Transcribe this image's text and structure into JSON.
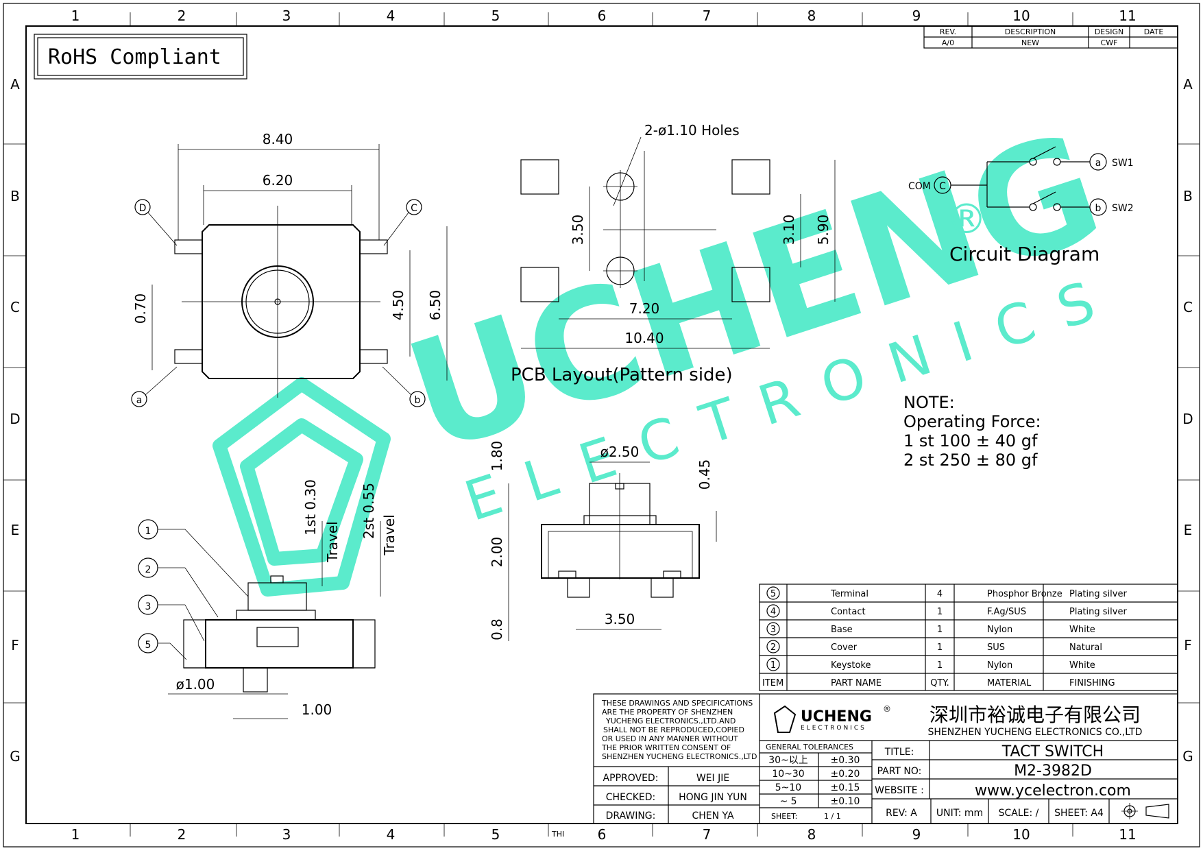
{
  "grid": {
    "cols": [
      "1",
      "2",
      "3",
      "4",
      "5",
      "6",
      "7",
      "8",
      "9",
      "10",
      "11"
    ],
    "rows": [
      "A",
      "B",
      "C",
      "D",
      "E",
      "F",
      "G"
    ],
    "bottom_extra": "THI"
  },
  "rohs": "RoHS Compliant",
  "revision": {
    "headers": [
      "REV.",
      "DESCRIPTION",
      "DESIGN",
      "DATE"
    ],
    "row": [
      "A/0",
      "NEW",
      "CWF",
      ""
    ]
  },
  "top_view": {
    "dims": [
      "8.40",
      "6.20",
      "4.50",
      "6.50",
      "0.70"
    ],
    "pins": [
      "D",
      "C",
      "a",
      "b"
    ]
  },
  "pcb": {
    "holes": "2-ø1.10  Holes",
    "dims": [
      "3.50",
      "3.10",
      "5.90",
      "7.20",
      "10.40"
    ],
    "caption": "PCB  Layout(Pattern  side)"
  },
  "circuit": {
    "com": "COM",
    "com_pin": "C",
    "sw1_pin": "a",
    "sw1": "SW1",
    "sw2_pin": "b",
    "sw2": "SW2",
    "caption": "Circuit  Diagram"
  },
  "note": {
    "title": "NOTE:",
    "line1": "Operating  Force:",
    "line2": "1  st  100  ±  40  gf",
    "line3": "2  st  250  ±  80  gf"
  },
  "side_view": {
    "callouts": [
      "1",
      "2",
      "3",
      "5"
    ],
    "travel1": "1st 0.30",
    "travel1b": "Travel",
    "travel2": "2st 0.55",
    "travel2b": "Travel",
    "dim_dia": "ø1.00",
    "dim_w": "1.00"
  },
  "front_view": {
    "dims": [
      "ø2.50",
      "1.80",
      "0.45",
      "2.00",
      "0.8",
      "3.50"
    ]
  },
  "watermark": {
    "brand": "UCHENG",
    "reg": "®",
    "sub": "ELECTRONICS",
    "color": "#3ee8c3"
  },
  "bom": {
    "rows": [
      {
        "no": "5",
        "name": "Terminal",
        "qty": "4",
        "material": "Phosphor  Bronze",
        "finish": "Plating  silver"
      },
      {
        "no": "4",
        "name": "Contact",
        "qty": "1",
        "material": "F.Ag/SUS",
        "finish": "Plating  silver"
      },
      {
        "no": "3",
        "name": "Base",
        "qty": "1",
        "material": "Nylon",
        "finish": "White"
      },
      {
        "no": "2",
        "name": "Cover",
        "qty": "1",
        "material": "SUS",
        "finish": "Natural"
      },
      {
        "no": "1",
        "name": "Keystoke",
        "qty": "1",
        "material": "Nylon",
        "finish": "White"
      }
    ],
    "header": {
      "no": "ITEM",
      "name": "PART  NAME",
      "qty": "QTY.",
      "material": "MATERIAL",
      "finish": "FINISHING"
    }
  },
  "title_block": {
    "notice": [
      "THESE DRAWINGS AND SPECIFICATIONS",
      "ARE THE PROPERTY OF SHENZHEN",
      "YUCHENG ELECTRONICS.,LTD.AND",
      "SHALL NOT BE REPRODUCED,COPIED",
      "OR USED IN ANY MANNER WITHOUT",
      "THE PRIOR WRITTEN CONSENT OF",
      "SHENZHEN YUCHENG ELECTRONICS.,LTD"
    ],
    "logo": "UCHENG",
    "logo_reg": "®",
    "logo_sub": "ELECTRONICS",
    "company_cn": "深圳市裕诚电子有限公司",
    "company_en": "SHENZHEN YUCHENG ELECTRONICS CO.,LTD",
    "approved_label": "APPROVED:",
    "approved": "WEI JIE",
    "checked_label": "CHECKED:",
    "checked": "HONG JIN YUN",
    "drawing_label": "DRAWING:",
    "drawing": "CHEN YA",
    "tol_title": "GENERAL TOLERANCES",
    "tol": [
      [
        "30~以上",
        "±0.30"
      ],
      [
        "10~30",
        "±0.20"
      ],
      [
        "5~10",
        "±0.15"
      ],
      [
        "~ 5",
        "±0.10"
      ]
    ],
    "sheet_label": "SHEET:",
    "sheet": "1 / 1",
    "title_label": "TITLE:",
    "title": "TACT SWITCH",
    "part_label": "PART NO:",
    "part": "M2-3982D",
    "web_label": "WEBSITE :",
    "web": "www.ycelectron.com",
    "rev": "REV: A",
    "unit": "UNIT: mm",
    "scale": "SCALE: /",
    "sheet_size": "SHEET: A4"
  }
}
